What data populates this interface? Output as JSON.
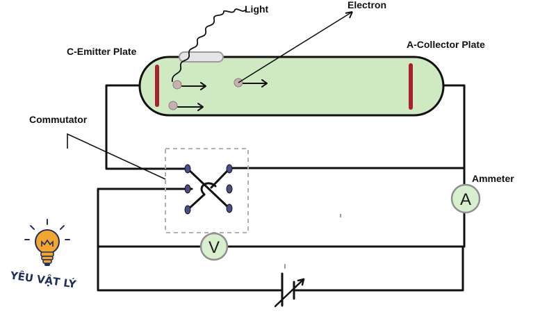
{
  "labels": {
    "light": "Light",
    "electron": "Electron",
    "emitter": "C-Emitter Plate",
    "collector": "A-Collector Plate",
    "commutator": "Commutator",
    "ammeter": "Ammeter"
  },
  "meters": {
    "ammeter_symbol": "A",
    "voltmeter_symbol": "V"
  },
  "logo": {
    "text": "YÊU VẬT LÝ"
  },
  "colors": {
    "tube_fill": "#cfe9c3",
    "plate": "#a8222d",
    "meter_fill": "#d8efcf",
    "switch_terminal": "#4a4f8a",
    "electron_dot": "#c8b0b0",
    "bulb": "#f2a531"
  }
}
